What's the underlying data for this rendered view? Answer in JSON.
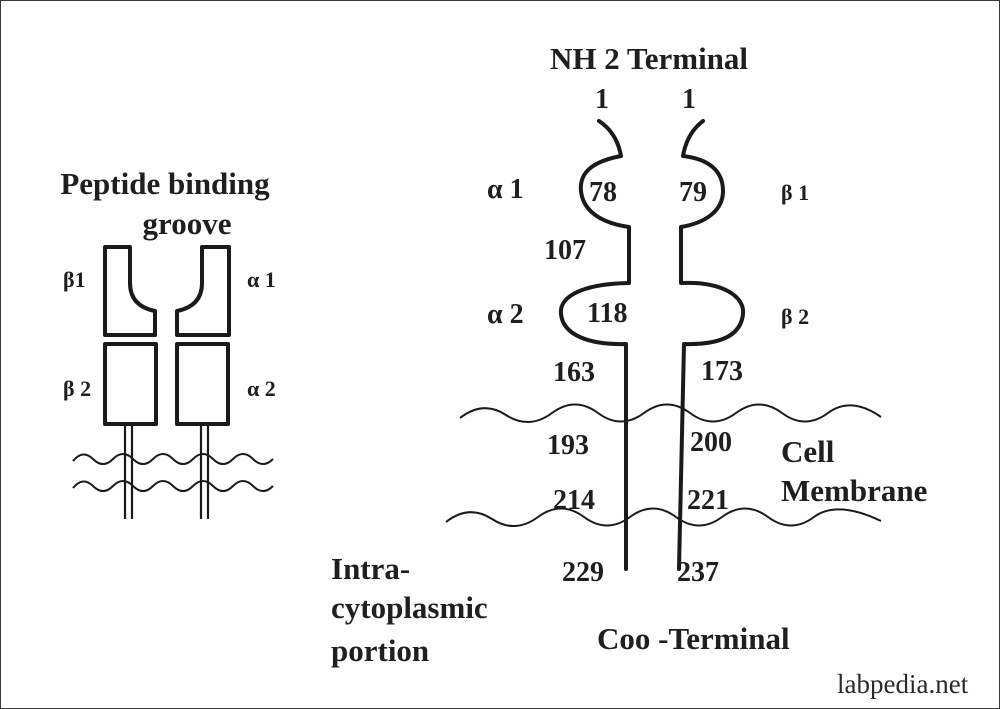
{
  "left_diagram": {
    "title_line1": "Peptide binding",
    "title_line2": "groove",
    "beta1": "β1",
    "alpha1": "α 1",
    "beta2": "β 2",
    "alpha2": "α 2"
  },
  "right_diagram": {
    "nh2_terminal": "NH 2 Terminal",
    "start_left": "1",
    "start_right": "1",
    "alpha1": "α 1",
    "beta1": "β 1",
    "n78": "78",
    "n79": "79",
    "n107": "107",
    "alpha2": "α 2",
    "beta2": "β 2",
    "n118": "118",
    "n163": "163",
    "n173": "173",
    "n193": "193",
    "n200": "200",
    "cell_membrane_line1": "Cell",
    "cell_membrane_line2": "Membrane",
    "n214": "214",
    "n221": "221",
    "intra_line1": "Intra-",
    "intra_line2": "cytoplasmic",
    "intra_line3": "portion",
    "n229": "229",
    "n237": "237",
    "coo_terminal": "Coo -Terminal"
  },
  "watermark": "labpedia.net"
}
